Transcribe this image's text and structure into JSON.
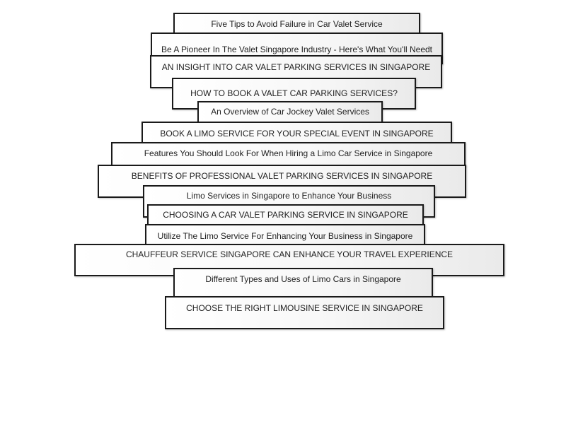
{
  "links": [
    {
      "title": "Five Tips to Avoid Failure in Car Valet Service"
    },
    {
      "title": "Be A Pioneer In The Valet Singapore Industry - Here's What You'll Needt"
    },
    {
      "title": "AN INSIGHT INTO CAR VALET PARKING SERVICES IN SINGAPORE"
    },
    {
      "title": "HOW TO BOOK A VALET CAR PARKING SERVICES?"
    },
    {
      "title": "An Overview of Car Jockey Valet Services"
    },
    {
      "title": "BOOK A LIMO SERVICE FOR YOUR SPECIAL EVENT IN SINGAPORE"
    },
    {
      "title": "Features You Should Look For When Hiring a Limo Car Service in Singapore"
    },
    {
      "title": "BENEFITS OF PROFESSIONAL VALET PARKING SERVICES IN SINGAPORE"
    },
    {
      "title": "Limo Services in Singapore to Enhance Your Business"
    },
    {
      "title": "CHOOSING A CAR VALET PARKING SERVICE IN SINGAPORE"
    },
    {
      "title": "Utilize The Limo Service For Enhancing Your Business in Singapore"
    },
    {
      "title": "CHAUFFEUR SERVICE SINGAPORE CAN ENHANCE YOUR TRAVEL EXPERIENCE"
    },
    {
      "title": "Different Types and Uses of Limo Cars in Singapore"
    },
    {
      "title": "CHOOSE THE RIGHT LIMOUSINE SERVICE IN SINGAPORE"
    }
  ]
}
